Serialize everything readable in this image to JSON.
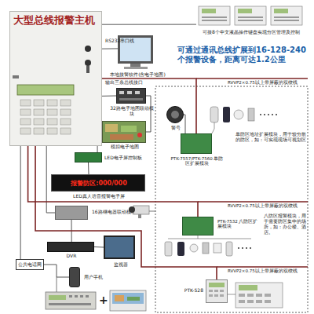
{
  "diagram": {
    "nodes": [
      {
        "text": [
          "大型总线报警主机"
        ]
      },
      {
        "text": [
          "本地接警软件(含电子地图)"
        ]
      },
      {
        "text": [
          "可接8个中文液晶操作键盘实现分区管理及控制"
        ]
      },
      {
        "text": [
          "32路电子地图联动模块"
        ]
      },
      {
        "text": [
          "模拟电子地图"
        ]
      },
      {
        "text": [
          "LED电子屏控制板"
        ]
      },
      {
        "text": [
          "报警防区:000/000",
          "LED真人语音报警电子屏"
        ]
      },
      {
        "text": [
          "警号"
        ]
      },
      {
        "text": [
          "PTK-7557/PTK-7560 单防区扩展模块"
        ]
      },
      {
        "text": [
          "PTK-7532 八防区扩展模块"
        ]
      },
      {
        "text": [
          "PTK-528"
        ]
      },
      {
        "text": [
          "16路继电器联动模块"
        ]
      },
      {
        "text": [
          "DVR"
        ]
      },
      {
        "text": [
          "监视器"
        ]
      },
      {
        "text": [
          "公共电话网"
        ]
      },
      {
        "text": [
          "用户手机"
        ]
      }
    ],
    "edges": [
      {
        "from": 0,
        "to": 1,
        "label": "RS232串口线",
        "arrow": "none"
      },
      {
        "from": 0,
        "to": 2,
        "arrow": "none"
      },
      {
        "from": 0,
        "to": 3,
        "arrow": "none"
      },
      {
        "from": 3,
        "to": 4,
        "arrow": "none"
      },
      {
        "from": 0,
        "to": 5,
        "arrow": "none"
      },
      {
        "from": 5,
        "to": 6,
        "arrow": "none"
      },
      {
        "from": 0,
        "to": 11,
        "arrow": "none"
      },
      {
        "from": 11,
        "to": 12,
        "arrow": "none"
      },
      {
        "from": 12,
        "to": 13,
        "arrow": "none"
      },
      {
        "from": 0,
        "to": 14,
        "arrow": "none"
      },
      {
        "from": 14,
        "to": 15,
        "arrow": "none"
      },
      {
        "from": 0,
        "to": 8,
        "arrow": "none"
      },
      {
        "from": 8,
        "to": 7,
        "arrow": "none"
      },
      {
        "from": 0,
        "to": 9,
        "arrow": "none"
      },
      {
        "from": 0,
        "to": 10,
        "arrow": "none"
      }
    ],
    "labels": [
      "输出三条总线接口",
      "可通过通讯总线扩展到16-128-240个报警设备，距离可达1.2公里",
      "RVVP2×0.75以上带屏蔽的双绞线",
      "单防区地址扩展模块，用于较分散的防区，如：可实现现场可视划区",
      "RVVP2×0.75以上带屏蔽的双绞线",
      "八防区报警模块，用于需要防区集中的场所，如：办公楼、酒店。",
      "RVVP2×0.75以上带屏蔽的双绞线",
      "+"
    ]
  }
}
